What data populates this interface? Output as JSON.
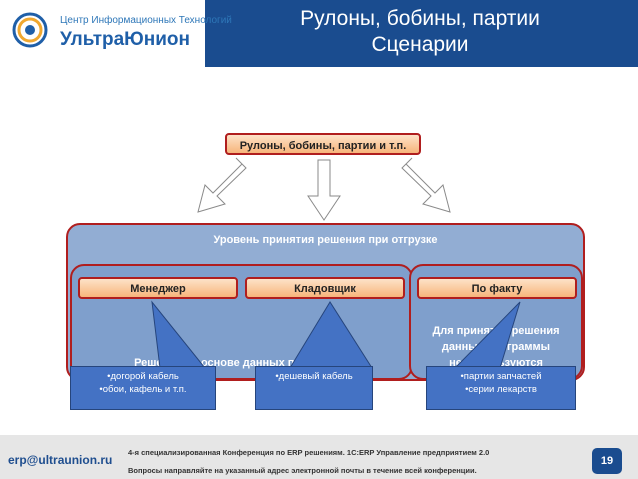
{
  "header": {
    "logo_top": "Центр Информационных Технологий",
    "logo_main": "УльтраЮнион",
    "title_line1": "Рулоны, бобины, партии",
    "title_line2": "Сценарии"
  },
  "diagram": {
    "top_box": "Рулоны, бобины, партии и т.п.",
    "level_title": "Уровень принятия решения при отгрузке",
    "roles": [
      "Менеджер",
      "Кладовщик",
      "По факту"
    ],
    "left_panel_text": "Решение на основе данных программы",
    "right_panel_text": [
      "Для принятия решения",
      "данные программы",
      "не используются"
    ],
    "callouts": [
      [
        "•догорой кабель",
        "•обои, кафель и т.п."
      ],
      [
        "•дешевый кабель"
      ],
      [
        "•партии запчастей",
        "•серии лекарств"
      ]
    ]
  },
  "footer": {
    "email": "erp@ultraunion.ru",
    "line1": "4-я специализированная Конференция  по ERP решениям. 1С:ERP Управление предприятием 2.0",
    "line2": "Вопросы направляйте на указанный адрес электронной почты в течение всей конференции.",
    "page": "19"
  },
  "colors": {
    "header": "#1a4c8f",
    "panel": "#92add3",
    "panel_inner": "#7f9fcc",
    "border": "#b01e1e",
    "box": "#f7b57b",
    "callout": "#4472c4"
  }
}
